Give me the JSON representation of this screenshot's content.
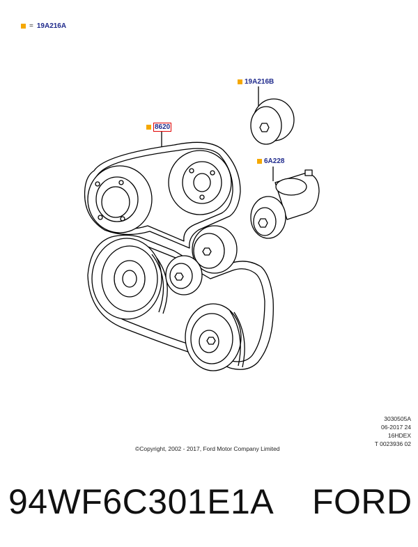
{
  "legend": {
    "marker": "■",
    "equals": "=",
    "code": "19A216A"
  },
  "callouts": {
    "belt": "8620",
    "idler_top": "19A216B",
    "tensioner": "6A228"
  },
  "reference": {
    "line1": "3030505A",
    "line2": "06-2017 24",
    "line3": "16HDEX",
    "line4": "T 0023936 02"
  },
  "copyright": "©Copyright, 2002 - 2017, Ford Motor Company Limited",
  "part_number": "94WF6C301E1A    FORD",
  "colors": {
    "marker": "#f5a800",
    "code_text": "#1f2a8c",
    "highlight_box": "#e00000",
    "line": "#000000"
  },
  "icons": [
    "square-marker-icon"
  ]
}
